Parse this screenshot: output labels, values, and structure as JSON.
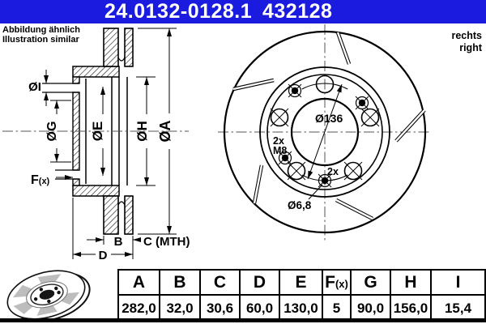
{
  "header": {
    "part_number_1": "24.0132-0128.1",
    "part_number_2": "432128"
  },
  "colors": {
    "header_bg": "#1b1be0",
    "header_text": "#ffffff",
    "line": "#000000"
  },
  "notes": {
    "similar_de": "Abbildung ähnlich",
    "similar_en": "Illustration similar",
    "side_de": "rechts",
    "side_en": "right"
  },
  "drawing": {
    "section_labels": {
      "dia_i": "ØI",
      "dia_g": "ØG",
      "dia_e": "ØE",
      "dia_h": "ØH",
      "dia_a": "ØA",
      "f": "F",
      "f_sub": "(x)",
      "b": "B",
      "c": "C (MTH)",
      "d": "D"
    },
    "front_labels": {
      "bolt_circle": "Ø136",
      "m8_count": "2x",
      "m8": "M8",
      "aux_count": "2x",
      "aux_dia": "Ø6,8"
    }
  },
  "table": {
    "headers": [
      "A",
      "B",
      "C",
      "D",
      "E",
      "F",
      "G",
      "H",
      "I"
    ],
    "f_sub": "(x)",
    "values": [
      "282,0",
      "32,0",
      "30,6",
      "60,0",
      "130,0",
      "5",
      "90,0",
      "156,0",
      "15,4"
    ]
  }
}
